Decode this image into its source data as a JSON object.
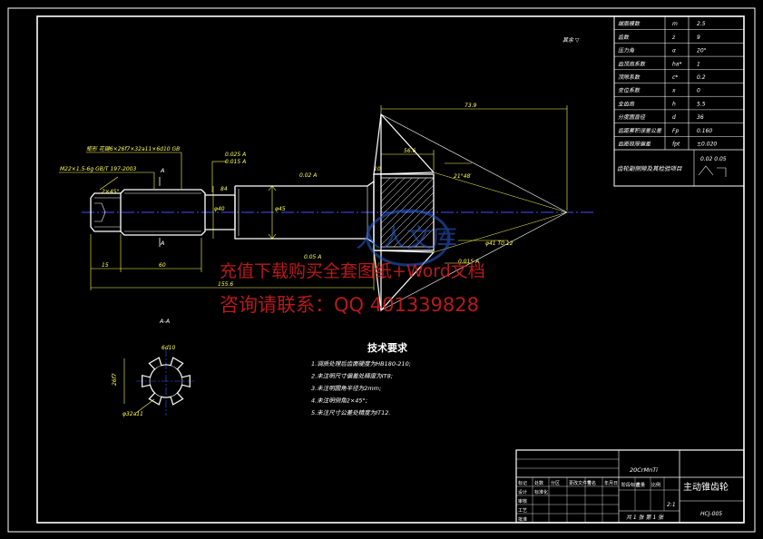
{
  "colors": {
    "background": "#000000",
    "border": "#ffffff",
    "dimension": "#ffff55",
    "outline": "#ffffff",
    "centerline": "#3f50ff",
    "hatch": "#ffffff",
    "watermark_red": "#d81f1f",
    "watermark_blue": "#2a5fd6"
  },
  "drawing": {
    "top_right_note": "其余 ▽",
    "section_label": "A-A",
    "section_mark": "A",
    "dims": {
      "overall_length": "155.6",
      "segment_1": "15",
      "segment_2": "60",
      "cone_length": "73.9",
      "cone_small": "56.6",
      "spline_callout": "矩形 花键6×26f7×32a11×6d10 GB",
      "thread_callout": "M22×1.5-6g GB/T 197-2003",
      "chamfer": "2×45°",
      "shaft_dia": "φ40",
      "bearing_dia": "φ45",
      "tol_1": "0.025 A",
      "tol_2": "0.015 A",
      "tol_3": "0.02 A",
      "runout_1": "0.05 A",
      "runout_2": "0.015 A",
      "cone_angle": "21°48′",
      "cone_note": "φ41 T0.12",
      "dim_small_1": "84",
      "dim_small_2": "10",
      "section_depth": "26f7",
      "section_width": "6d10",
      "section_bottom": "φ32a11"
    }
  },
  "params": {
    "rows": [
      {
        "label": "端面模数",
        "sym": "m",
        "val": "2.5"
      },
      {
        "label": "齿数",
        "sym": "z",
        "val": "9"
      },
      {
        "label": "压力角",
        "sym": "α",
        "val": "20°"
      },
      {
        "label": "齿顶高系数",
        "sym": "ha*",
        "val": "1"
      },
      {
        "label": "顶隙系数",
        "sym": "c*",
        "val": "0.2"
      },
      {
        "label": "变位系数",
        "sym": "x",
        "val": "0"
      },
      {
        "label": "全齿高",
        "sym": "h",
        "val": "5.5"
      },
      {
        "label": "分度圆直径",
        "sym": "d",
        "val": "36"
      },
      {
        "label": "齿距累积误差公差",
        "sym": "Fp",
        "val": "0.160"
      },
      {
        "label": "齿距极限偏差",
        "sym": "fpt",
        "val": "±0.020"
      }
    ],
    "footer_label": "齿轮副侧隙及其检验项目",
    "footer_val": "0.02 0.05"
  },
  "requirements": {
    "title": "技术要求",
    "items": [
      "1.调质处理后齿面硬度为HB180-210;",
      "2.未注明尺寸偏差处精度为IT8;",
      "3.未注明圆角半径为2mm;",
      "4.未注明倒角2×45°;",
      "5.未注尺寸公差处精度为IT12."
    ]
  },
  "title_block": {
    "material": "20CrMnTi",
    "part_name": "主动锥齿轮",
    "scale": "2:1",
    "sheet": "共 1 张 第 1 张",
    "drawing_no": "HCJ-005",
    "labels": [
      "标记",
      "处数",
      "分区",
      "更改文件号",
      "签名",
      "年月日",
      "设计",
      "标准化",
      "审核",
      "工艺",
      "批准",
      "阶段标记",
      "重量",
      "比例"
    ]
  },
  "watermark": {
    "line1": "充值下载购买全套图纸+Word文档",
    "line2": "咨询请联系：QQ 401339828",
    "logo_text": "人人文库"
  }
}
